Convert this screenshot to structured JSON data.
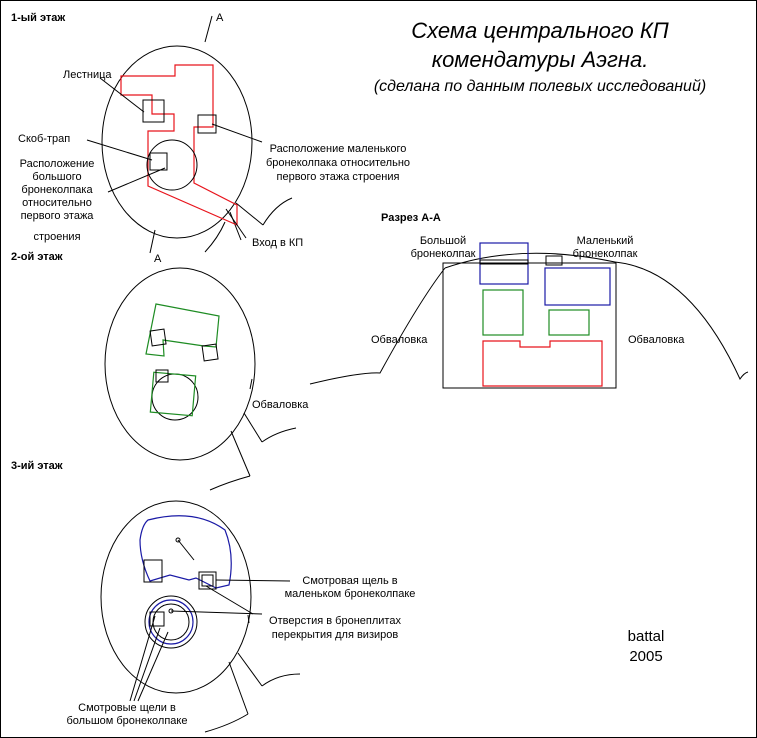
{
  "title": {
    "line1": "Схема центрального КП",
    "line2": "комендатуры Аэгна.",
    "subtitle": "(сделана по данным полевых исследований)"
  },
  "floors": {
    "floor1": "1-ый этаж",
    "floor2": "2-ой этаж",
    "floor3": "3-ий этаж"
  },
  "section_marks": {
    "top": "А",
    "bottom": "А"
  },
  "floor1_labels": {
    "stairs": "Лестница",
    "ladder": "Скоб-трап",
    "big_cupola_1": "Расположение",
    "big_cupola_2": "большого",
    "big_cupola_3": "бронеколпака",
    "big_cupola_4": "относительно",
    "big_cupola_5": "первого этажа",
    "big_cupola_6": "строения",
    "small_cupola_1": "Расположение маленького",
    "small_cupola_2": "бронеколпака относительно",
    "small_cupola_3": "первого этажа строения",
    "entrance": "Вход в КП"
  },
  "floor2_labels": {
    "embankment": "Обваловка"
  },
  "floor3_labels": {
    "slit_small_1": "Смотровая щель в",
    "slit_small_2": "маленьком бронеколпаке",
    "holes_1": "Отверстия в бронеплитах",
    "holes_2": "перекрытия для визиров",
    "slits_big_1": "Смотровые щели в",
    "slits_big_2": "большом бронеколпаке"
  },
  "section": {
    "title": "Разрез А-А",
    "big_cupola_1": "Большой",
    "big_cupola_2": "бронеколпак",
    "small_cupola_1": "Маленький",
    "small_cupola_2": "бронеколпак",
    "embankment_left": "Обваловка",
    "embankment_right": "Обваловка"
  },
  "signature": {
    "author": "battal",
    "year": "2005"
  },
  "colors": {
    "floor1_outline": "#e8141c",
    "floor2_outline": "#1e8c23",
    "floor3_outline": "#1a1aa6",
    "ink": "#000000"
  }
}
